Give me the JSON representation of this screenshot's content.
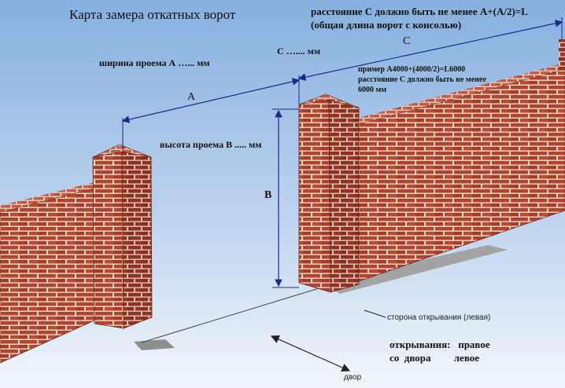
{
  "title": "Карта замера откатных ворот",
  "width_label": "ширина проема А …... мм",
  "height_label": "высота проема В ..... мм",
  "dist_c_label": "С ….... мм",
  "note": {
    "line1": "расстояние С должно быть не менее А+(А/2)=L",
    "line2": "(общая длина ворот с консолью)"
  },
  "example": {
    "line1": "пример А4000+(4000/2)=L6000",
    "line2": "расстояние С должно быть не менее",
    "line3": "6000 мм"
  },
  "dim_a": "А",
  "dim_b": "В",
  "dim_c": "С",
  "opening_side": "сторона открывания (левая)",
  "opening": {
    "line1": "открывания:   правое",
    "line2": "со  двора         левое"
  },
  "yard": "двор",
  "colors": {
    "sky_top": "#86b0df",
    "sky_bottom": "#eaf2fb",
    "brick": "#b5412b",
    "mortar": "#e8d9cf",
    "dimension_line": "#1a2a8a"
  }
}
